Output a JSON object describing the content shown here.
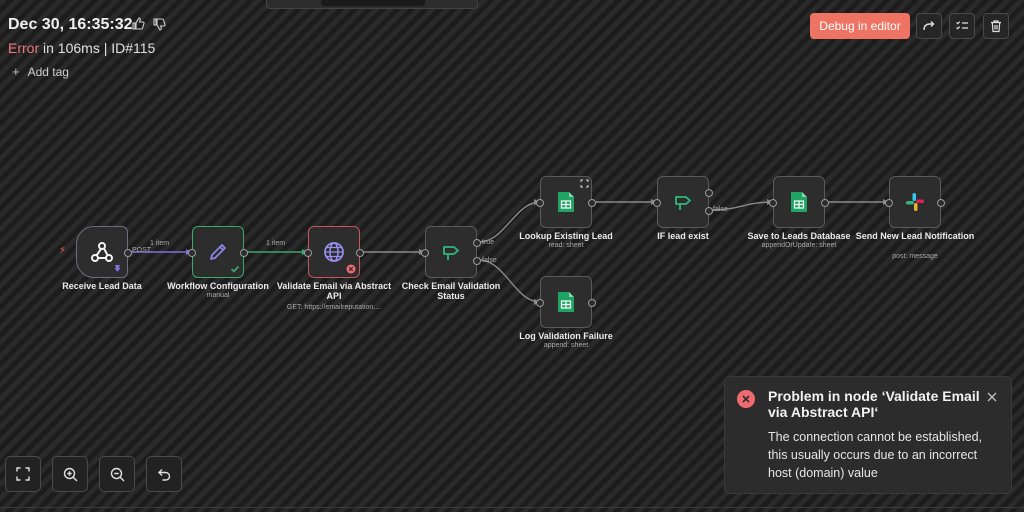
{
  "execution": {
    "title": "Dec 30, 16:35:32",
    "status_error": "Error",
    "status_rest": " in 106ms | ID#115",
    "add_tag": "Add tag"
  },
  "toolbar": {
    "debug_label": "Debug in editor",
    "icons": [
      "retry-icon",
      "checklist-icon",
      "trash-icon"
    ]
  },
  "nodes": [
    {
      "id": "receive",
      "label": "Receive Lead Data",
      "subtitle": "",
      "icon": "webhook-icon"
    },
    {
      "id": "config",
      "label": "Workflow Configuration",
      "subtitle": "manual",
      "icon": "pencil-icon"
    },
    {
      "id": "validate",
      "label": "Validate Email via Abstract API",
      "subtitle": "GET: https://emailreputation....",
      "icon": "globe-icon"
    },
    {
      "id": "check",
      "label": "Check Email Validation Status",
      "subtitle": "",
      "icon": "signpost-icon"
    },
    {
      "id": "lookup",
      "label": "Lookup Existing Lead",
      "subtitle": "read: sheet",
      "icon": "sheets-icon"
    },
    {
      "id": "iflead",
      "label": "IF lead exist",
      "subtitle": "",
      "icon": "signpost-icon"
    },
    {
      "id": "save",
      "label": "Save to Leads Database",
      "subtitle": "appendOrUpdate: sheet",
      "icon": "sheets-icon"
    },
    {
      "id": "notify",
      "label": "Send New Lead Notification",
      "subtitle": "post: message",
      "icon": "slack-icon"
    },
    {
      "id": "logfail",
      "label": "Log Validation Failure",
      "subtitle": "append: sheet",
      "icon": "sheets-icon"
    }
  ],
  "connections": {
    "post": "POST",
    "item1": "1 item",
    "item2": "1 item",
    "true": "true",
    "false": "false",
    "false2": "false"
  },
  "toast": {
    "title": "Problem in node ‘Validate Email via Abstract API‘",
    "body": "The connection cannot be established, this usually occurs due to an incorrect host (domain) value"
  },
  "colors": {
    "accent": "#ee7362",
    "error": "#f06b6f",
    "success": "#3aa76d",
    "sheets": "#1fa463"
  },
  "canvas_controls": [
    "fit-view-icon",
    "zoom-in-icon",
    "zoom-out-icon",
    "undo-icon"
  ]
}
